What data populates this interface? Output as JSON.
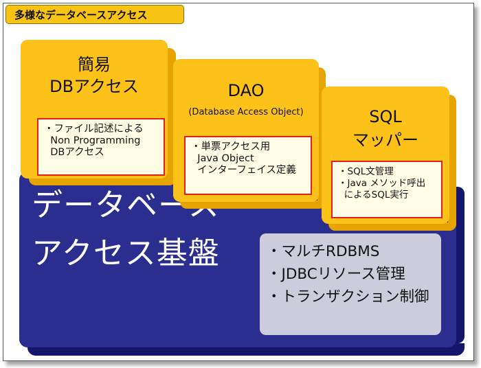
{
  "title": "多様なデータベースアクセス",
  "blocks": [
    {
      "heading": [
        "簡易",
        "DBアクセス"
      ],
      "subheading": "",
      "items": [
        "・ファイル記述による",
        "  Non Programming",
        "  DBアクセス"
      ]
    },
    {
      "heading": [
        "DAO"
      ],
      "subheading": "(Database Access Object)",
      "items": [
        "・単票アクセス用",
        "  Java Object",
        "  インターフェイス定義"
      ]
    },
    {
      "heading": [
        "SQL",
        "マッパー"
      ],
      "subheading": "",
      "items": [
        "・SQL文管理",
        "・Java メソッド呼出",
        "  によるSQL実行"
      ]
    }
  ],
  "base": {
    "title": [
      "データベース",
      "アクセス基盤"
    ],
    "items": [
      "・マルチRDBMS",
      "・JDBCリソース管理",
      "・トランザクション制御"
    ]
  },
  "colors": {
    "yellow": "#fcc21a",
    "yellow_side": "#e6a400",
    "blue": "#2b2e8e",
    "blue_side": "#15156c",
    "note_border": "#e3201b",
    "base_box": "#ccccdd"
  }
}
